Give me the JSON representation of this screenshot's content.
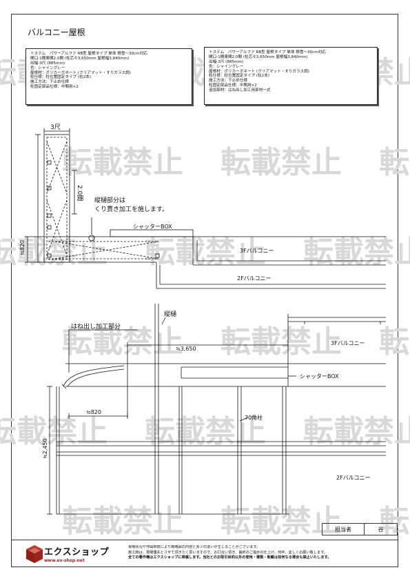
{
  "page": {
    "title": "バルコニー屋根",
    "watermark": "転載禁止"
  },
  "spec_left": {
    "lines": [
      "トステム　パワーアルファ RB型 屋根タイプ 単体 積雪～30cm対応",
      "間口-1間東間2.0間 (柱芯々3,650mm 屋根幅3,840mm)",
      "出幅-3尺 (885mm)",
      "色：シャイングレー",
      "屋根材：ポリカーボネート (クリアマット・すりガラス調)",
      "柱仕様：柱位置固定タイプ (柱2本)",
      "施工方法：下止め仕様",
      "柱固定部品仕様：中間用×2"
    ]
  },
  "spec_right": {
    "lines": [
      "トステム　パワーアルファ RB型 屋根タイプ 単体 積雪～30cm対応",
      "間口-1間東間2.0間 (柱芯々3,650mm 屋根幅3,840mm)",
      "出幅-3尺 (885mm)",
      "色：シャイングレー",
      "屋根材：ポリカーボネート (クリアマット・すりガラス調)",
      "柱仕様：柱位置固定タイプ (柱2本)",
      "施工方法：下止め仕様",
      "柱固定部品仕様：中間用×2",
      "追加部材：はね出し加工用部材一式"
    ]
  },
  "plan": {
    "dim_top": "3尺",
    "dim_side": "2.0間",
    "dim_left": "≒820",
    "note_line1": "縦樋部分は",
    "note_line2": "くり貫き加工を施します。",
    "shutter": "シャッターBOX",
    "balcony_3f": "3Fバルコニー",
    "balcony_2f": "2Fバルコニー"
  },
  "elevation": {
    "gutter": "縦樋",
    "cantilever": "はね出し加工部分",
    "dim_width": "≒3,650",
    "balcony_3f": "3Fバルコニー",
    "shutter": "シャッターBOX",
    "dim_820": "≒820",
    "post": "70角柱",
    "dim_height": "≒2,450",
    "balcony_2f": "2Fバルコニー"
  },
  "tantou": {
    "label": "担当者",
    "name": "谷"
  },
  "footer": {
    "logo": "エクスショップ",
    "url": "www.ex-shop.net",
    "notes": [
      "現場状況や作図制限により概略図の内容と多少の違いが生じることがございます。",
      "施工時は、現場優先とさせて頂きたく思いますので、お打合い頂き、最終のご指示の仕上げ、何卒、宜しくお願い致します。",
      "全ての著作権はエクスショップに帰属します。当社とのお取引目的以外の使用・複製・転載は如何なる場合も禁止いたします。"
    ]
  },
  "colors": {
    "line": "#111111",
    "watermark": "#d8d8d8",
    "logo_red": "#a0221c"
  }
}
